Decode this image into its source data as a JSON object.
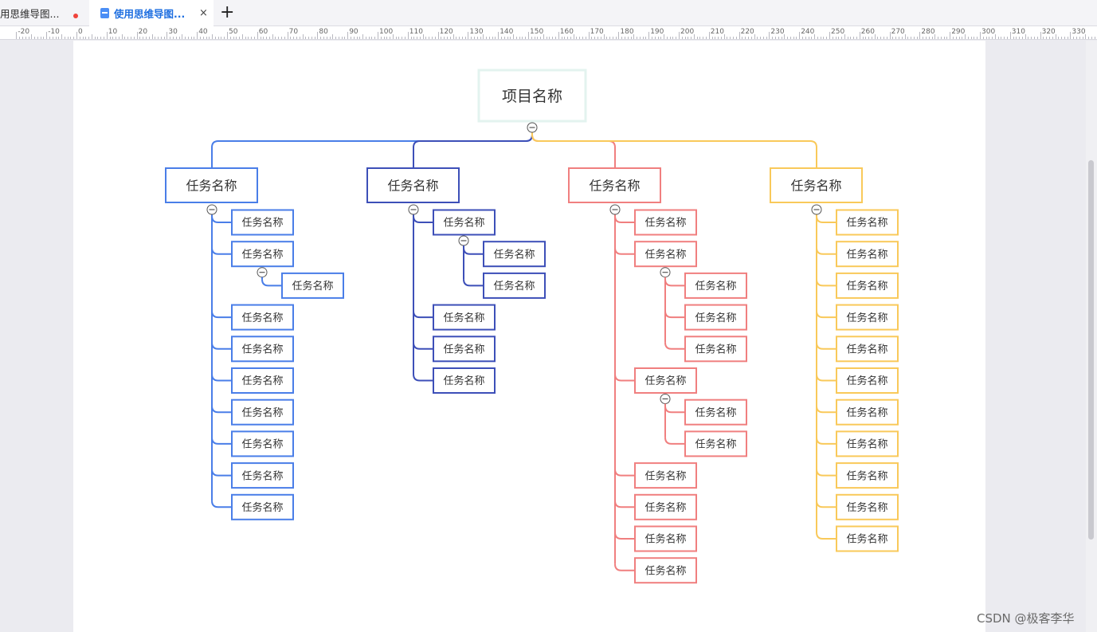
{
  "tabs": [
    {
      "label": "用思维导图...",
      "unsaved": true
    },
    {
      "label": "使用思维导图...",
      "active": true,
      "close": "×"
    }
  ],
  "new_tab": "+",
  "ruler": [
    "-20",
    "-10",
    "0",
    "10",
    "20",
    "30",
    "40",
    "50",
    "60",
    "70",
    "80",
    "90",
    "100",
    "110",
    "120",
    "130",
    "140",
    "150",
    "160",
    "170",
    "180",
    "190",
    "200",
    "210",
    "220",
    "230",
    "240",
    "250",
    "260",
    "270",
    "280",
    "290",
    "300",
    "310",
    "320",
    "330"
  ],
  "colors": {
    "blue": "#4a7ee8",
    "navy": "#3d4fb8",
    "red": "#f07f7f",
    "yellow": "#f9c95a",
    "root": "#e3f3ef"
  },
  "mindmap": {
    "root": "项目名称",
    "branches": [
      {
        "color": "blue",
        "label": "任务名称",
        "children": [
          {
            "label": "任务名称"
          },
          {
            "label": "任务名称",
            "children": [
              {
                "label": "任务名称"
              }
            ]
          },
          {
            "label": "任务名称"
          },
          {
            "label": "任务名称"
          },
          {
            "label": "任务名称"
          },
          {
            "label": "任务名称"
          },
          {
            "label": "任务名称"
          },
          {
            "label": "任务名称"
          },
          {
            "label": "任务名称"
          }
        ]
      },
      {
        "color": "navy",
        "label": "任务名称",
        "children": [
          {
            "label": "任务名称",
            "children": [
              {
                "label": "任务名称"
              },
              {
                "label": "任务名称"
              }
            ]
          },
          {
            "label": "任务名称"
          },
          {
            "label": "任务名称"
          },
          {
            "label": "任务名称"
          }
        ]
      },
      {
        "color": "red",
        "label": "任务名称",
        "children": [
          {
            "label": "任务名称"
          },
          {
            "label": "任务名称",
            "children": [
              {
                "label": "任务名称"
              },
              {
                "label": "任务名称"
              },
              {
                "label": "任务名称"
              }
            ]
          },
          {
            "label": "任务名称",
            "children": [
              {
                "label": "任务名称"
              },
              {
                "label": "任务名称"
              }
            ]
          },
          {
            "label": "任务名称"
          },
          {
            "label": "任务名称"
          },
          {
            "label": "任务名称"
          },
          {
            "label": "任务名称"
          }
        ]
      },
      {
        "color": "yellow",
        "label": "任务名称",
        "children": [
          {
            "label": "任务名称"
          },
          {
            "label": "任务名称"
          },
          {
            "label": "任务名称"
          },
          {
            "label": "任务名称"
          },
          {
            "label": "任务名称"
          },
          {
            "label": "任务名称"
          },
          {
            "label": "任务名称"
          },
          {
            "label": "任务名称"
          },
          {
            "label": "任务名称"
          },
          {
            "label": "任务名称"
          },
          {
            "label": "任务名称"
          }
        ]
      }
    ]
  },
  "watermark": "CSDN @极客李华"
}
